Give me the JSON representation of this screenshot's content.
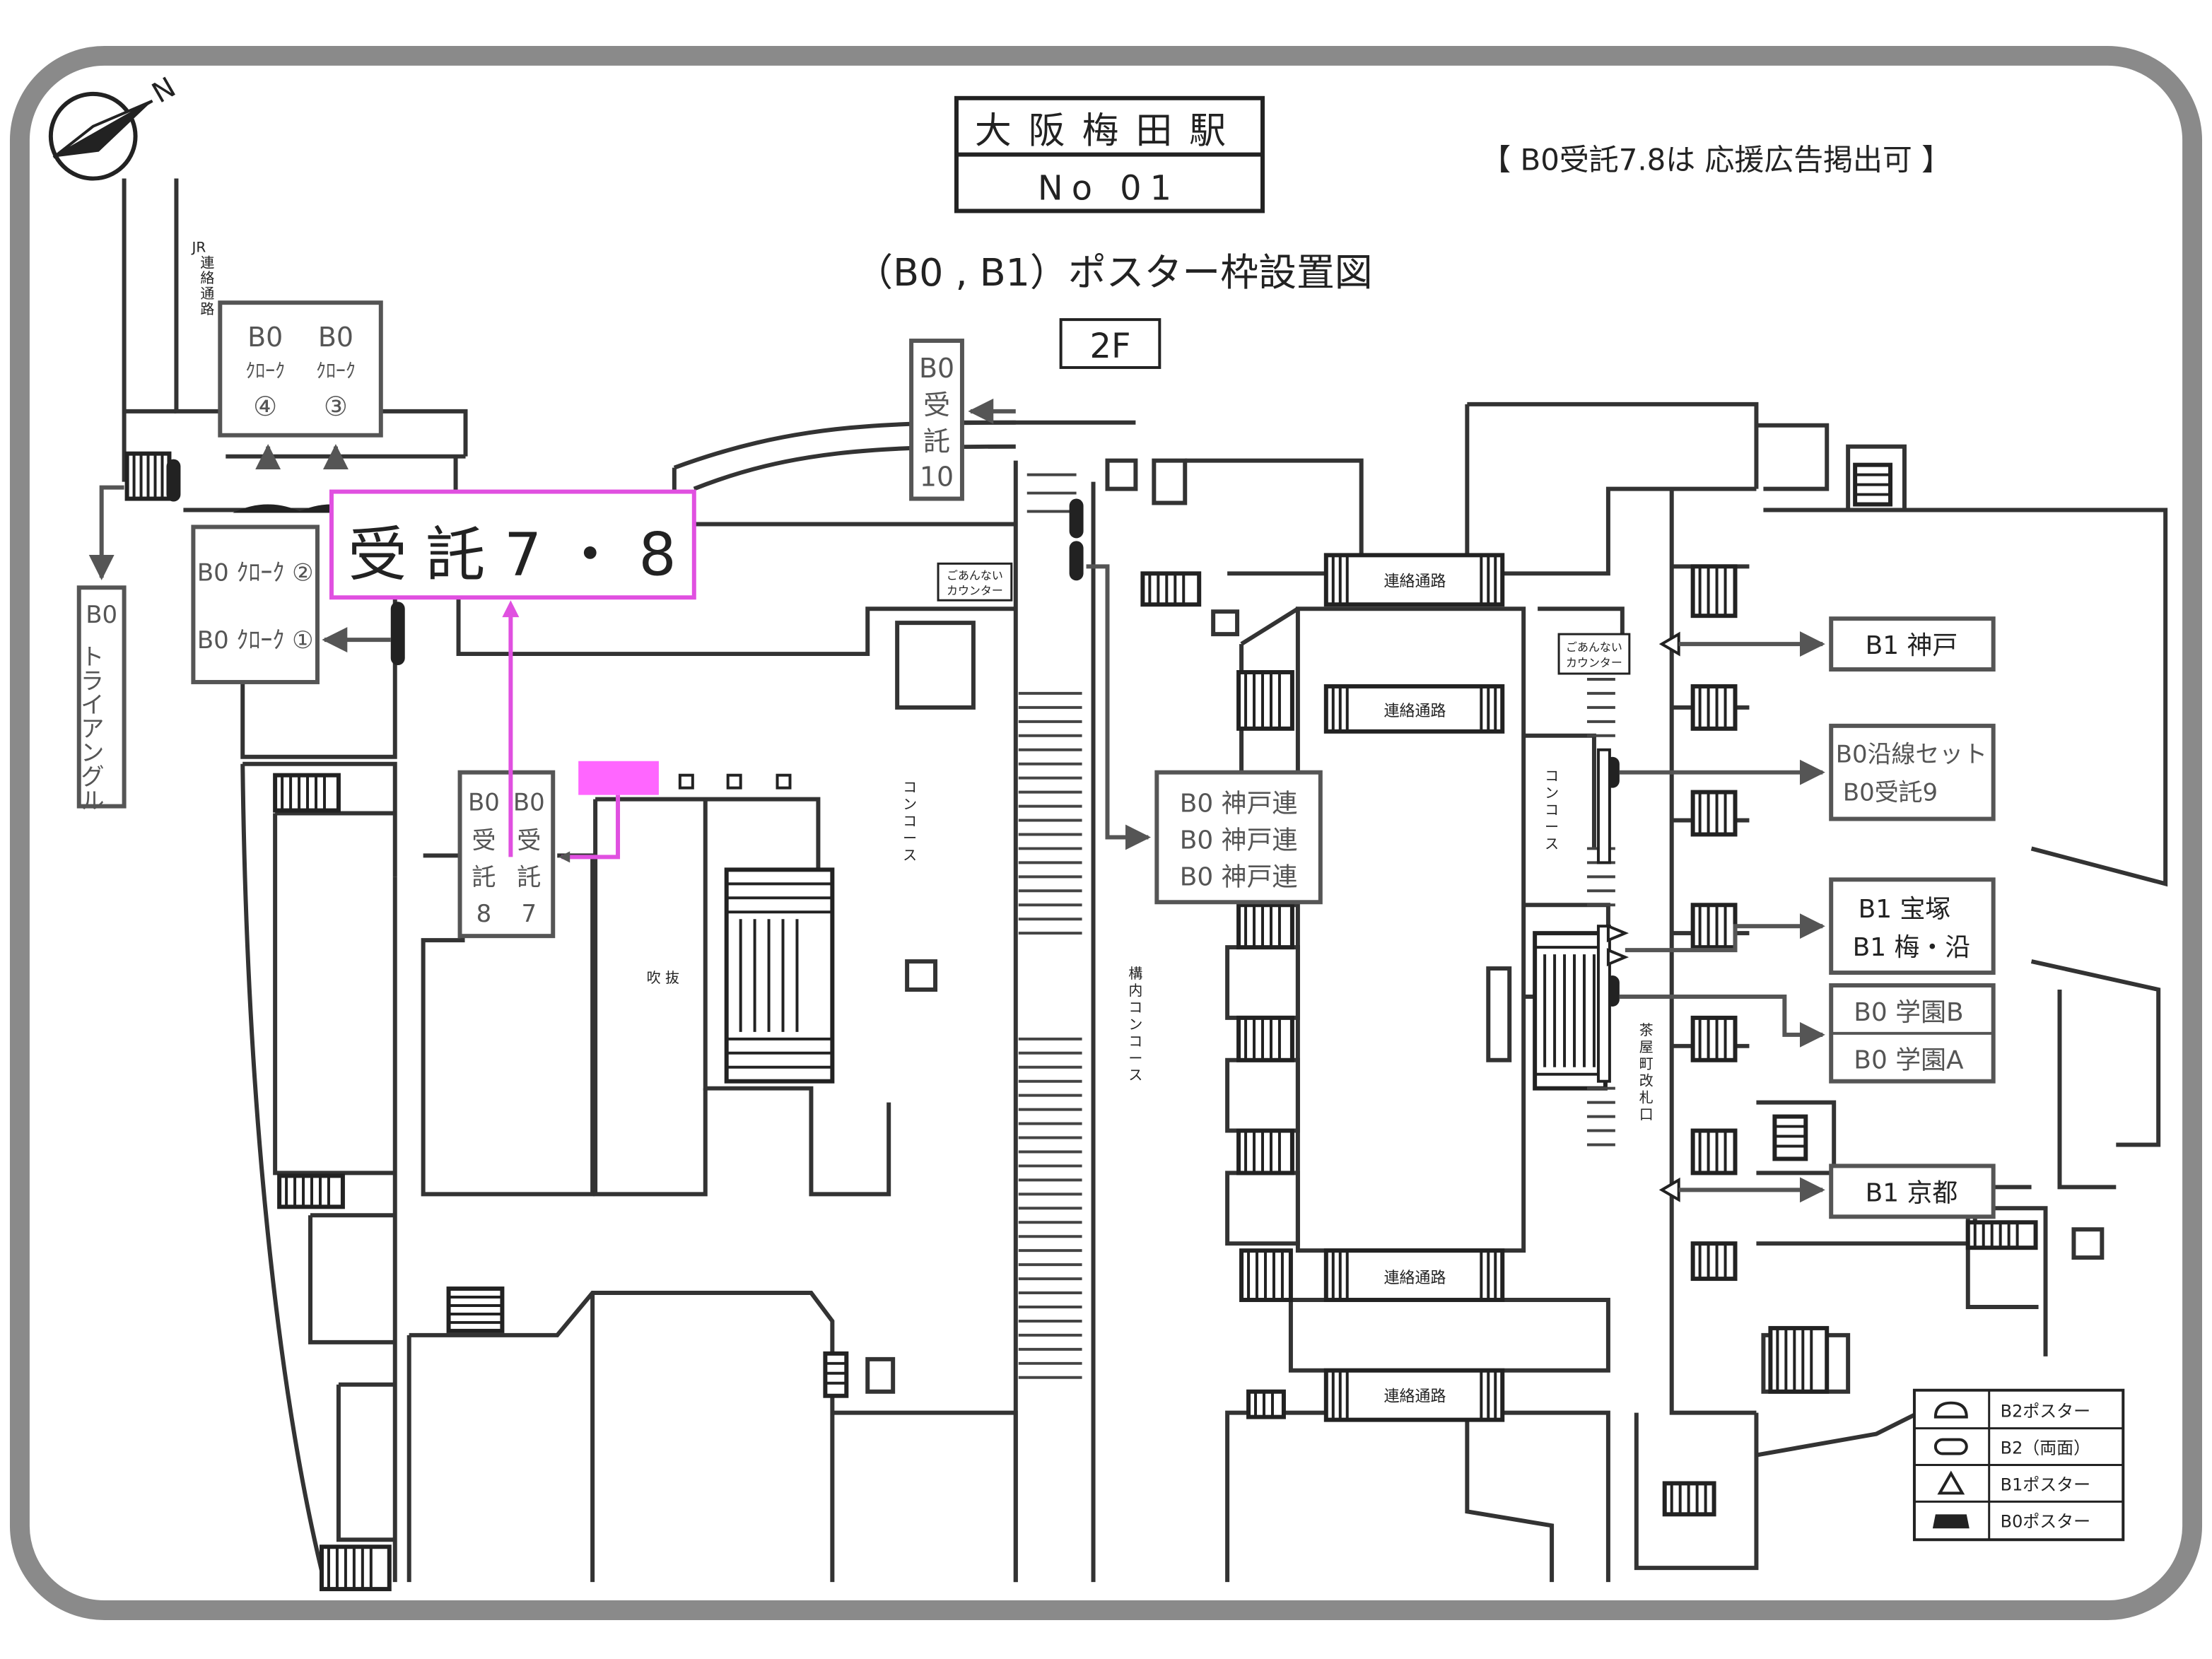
{
  "station": {
    "name": "大阪梅田駅",
    "number": "No 01"
  },
  "notice": "【 B0受託7.8は 応援広告掲出可 】",
  "title": "（B0 , B1）ポスター枠設置図",
  "floor": "2F",
  "compass_letter": "N",
  "highlight": {
    "label": "受 託 7 ・ 8",
    "color": "#ff66ff"
  },
  "boxes": {
    "cloak34": [
      "B0",
      "B0",
      "ｸﾛｰｸ",
      "ｸﾛｰｸ",
      "④",
      "③"
    ],
    "cloak12": [
      "B0 ｸﾛｰｸ ②",
      "B0 ｸﾛｰｸ ①"
    ],
    "triangle": [
      "B0",
      "トライアングル"
    ],
    "jutaku10": [
      "B0",
      "受",
      "託",
      "10"
    ],
    "jutaku87": [
      "B0",
      "B0",
      "受",
      "受",
      "託",
      "託",
      "8",
      "7"
    ],
    "kobe_ren": [
      "B0 神戸連",
      "B0 神戸連",
      "B0 神戸連"
    ],
    "b1_kobe": "B1 神戸",
    "ensen": [
      "B0沿線セット",
      "B0受託9"
    ],
    "takarazuka": [
      "B1 宝塚",
      "B1 梅・沿"
    ],
    "gakuen": [
      "B0 学園B",
      "B0 学園A"
    ],
    "b1_kyoto": "B1 京都"
  },
  "labels": {
    "jr_passage": [
      "JR",
      "連",
      "絡",
      "通",
      "路"
    ],
    "renraku": "連絡通路",
    "concourse": [
      "コ",
      "ン",
      "コ",
      "ー",
      "ス"
    ],
    "concourse_inner": [
      "構",
      "内",
      "コ",
      "ン",
      "コ",
      "ー",
      "ス"
    ],
    "fukinuke": "吹 抜",
    "info_counter": [
      "ごあんない",
      "カウンター"
    ],
    "chayamachi": [
      "茶",
      "屋",
      "町",
      "改",
      "札",
      "口"
    ]
  },
  "legend": [
    {
      "symbol": "half-oval",
      "label": "B2ポスター"
    },
    {
      "symbol": "oval",
      "label": "B2（両面）"
    },
    {
      "symbol": "triangle",
      "label": "B1ポスター"
    },
    {
      "symbol": "filled-half",
      "label": "B0ポスター"
    }
  ]
}
